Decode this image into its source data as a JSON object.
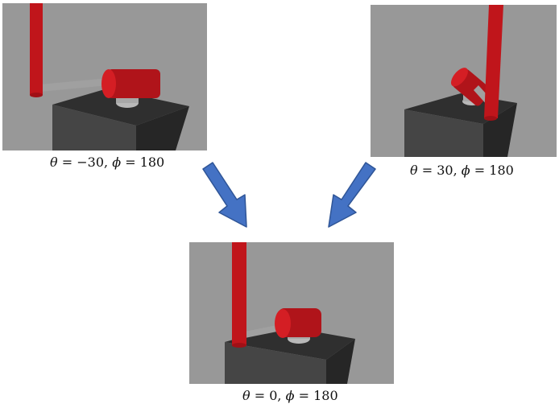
{
  "panels": {
    "left": {
      "theta_label": "θ",
      "theta_value": "−30",
      "phi_label": "ϕ",
      "phi_value": "180"
    },
    "right": {
      "theta_label": "θ",
      "theta_value": "30",
      "phi_label": "ϕ",
      "phi_value": "180"
    },
    "bottom": {
      "theta_label": "θ",
      "theta_value": "0",
      "phi_label": "ϕ",
      "phi_value": "180"
    }
  },
  "symbols": {
    "equals": "=",
    "comma": ","
  },
  "colors": {
    "background_gray": "#989898",
    "block_dark": "#3a3a3a",
    "cylinder_red": "#c0151b",
    "rod_gray": "#9a9a9a",
    "arrow_blue": "#4472c4"
  }
}
